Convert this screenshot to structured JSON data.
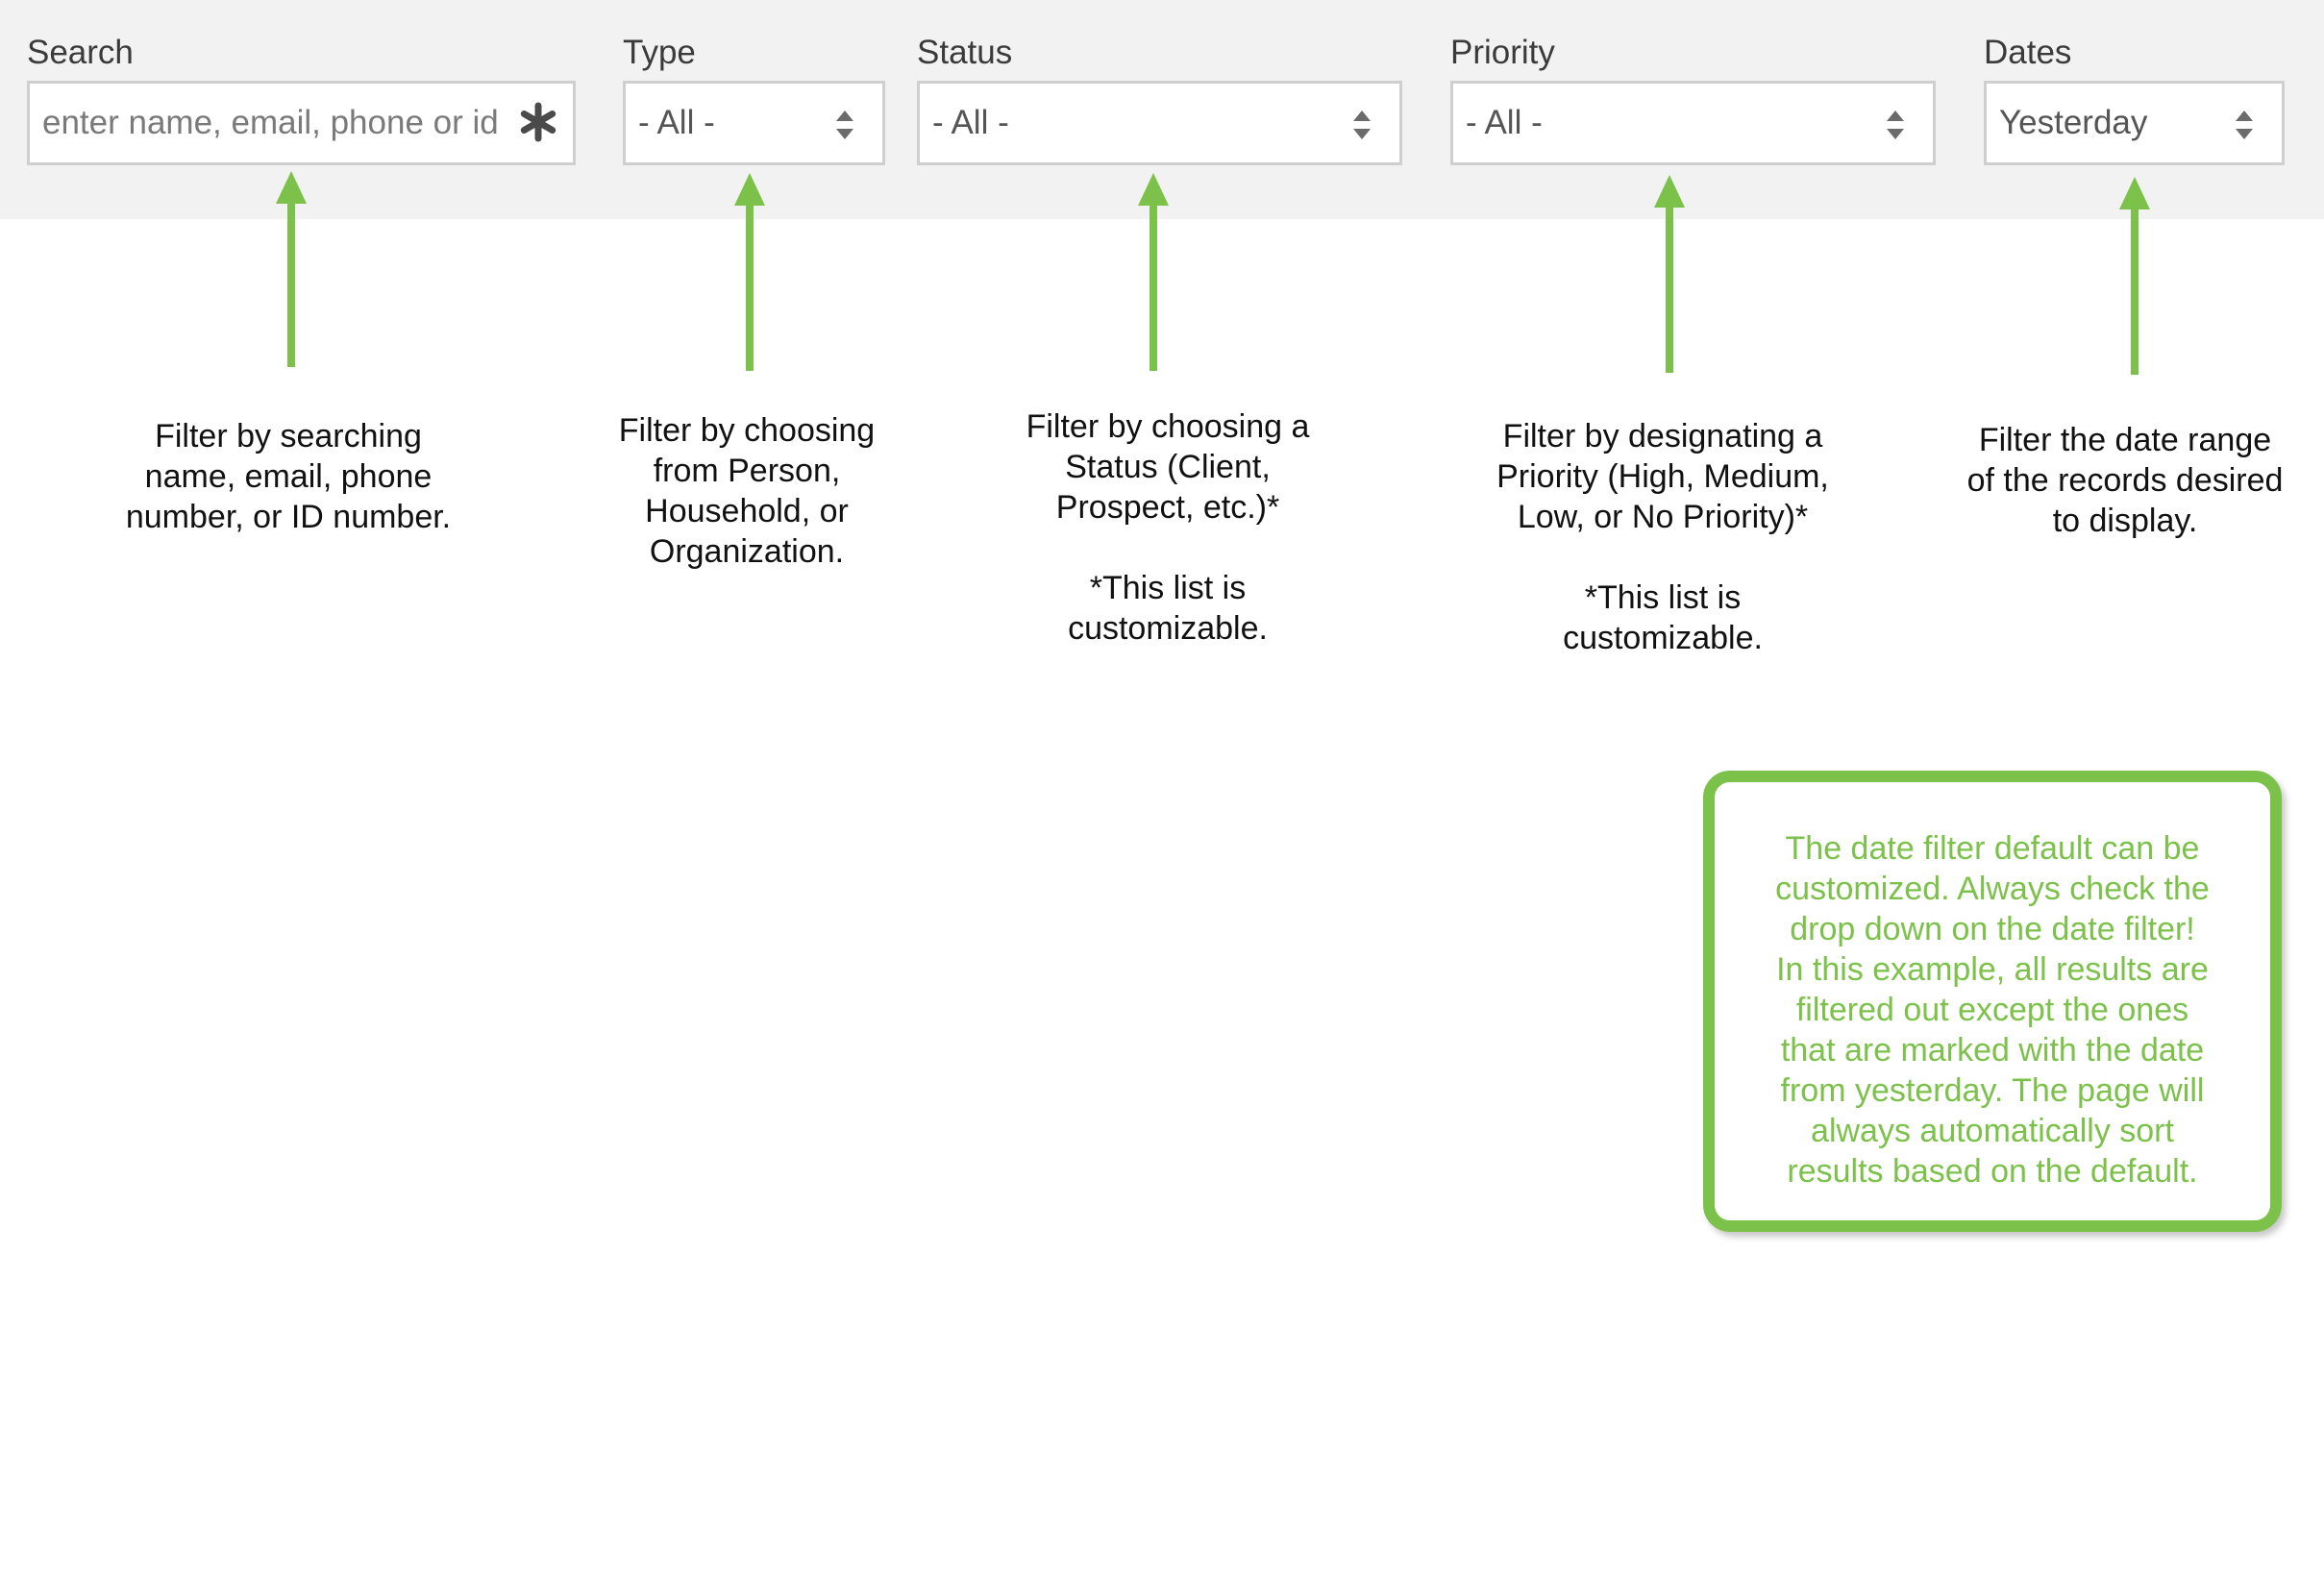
{
  "filters": {
    "search": {
      "label": "Search",
      "placeholder": "enter name, email, phone or id",
      "icon": "asterisk-icon"
    },
    "type": {
      "label": "Type",
      "value": "- All -",
      "icon": "sort-arrows-icon"
    },
    "status": {
      "label": "Status",
      "value": "- All -",
      "icon": "sort-arrows-icon"
    },
    "priority": {
      "label": "Priority",
      "value": "- All -",
      "icon": "sort-arrows-icon"
    },
    "dates": {
      "label": "Dates",
      "value": "Yesterday",
      "icon": "sort-arrows-icon"
    }
  },
  "annotations": {
    "search": [
      "Filter by searching",
      "name, email, phone",
      "number, or ID number."
    ],
    "type": [
      "Filter by choosing",
      "from Person,",
      "Household, or",
      "Organization."
    ],
    "status": [
      "Filter by choosing a",
      "Status (Client,",
      "Prospect, etc.)*",
      "",
      "*This list is",
      "customizable."
    ],
    "priority": [
      "Filter by designating a",
      "Priority (High, Medium,",
      "Low, or No Priority)*",
      "",
      "*This list is",
      "customizable."
    ],
    "dates": [
      "Filter the date range",
      "of the records desired",
      "to display."
    ]
  },
  "note": {
    "lines": [
      "The date filter default can be",
      "customized. Always check the",
      "drop down on the date filter!",
      "In this example, all results are",
      "filtered out except the ones",
      "that are marked with the date",
      "from yesterday. The page will",
      "always automatically sort",
      "results based on the default."
    ]
  },
  "colors": {
    "accent_green": "#7cc14a",
    "filter_bar_bg": "#f2f2f2",
    "field_border": "#cfcfcf",
    "label_text": "#3b3b3b"
  }
}
